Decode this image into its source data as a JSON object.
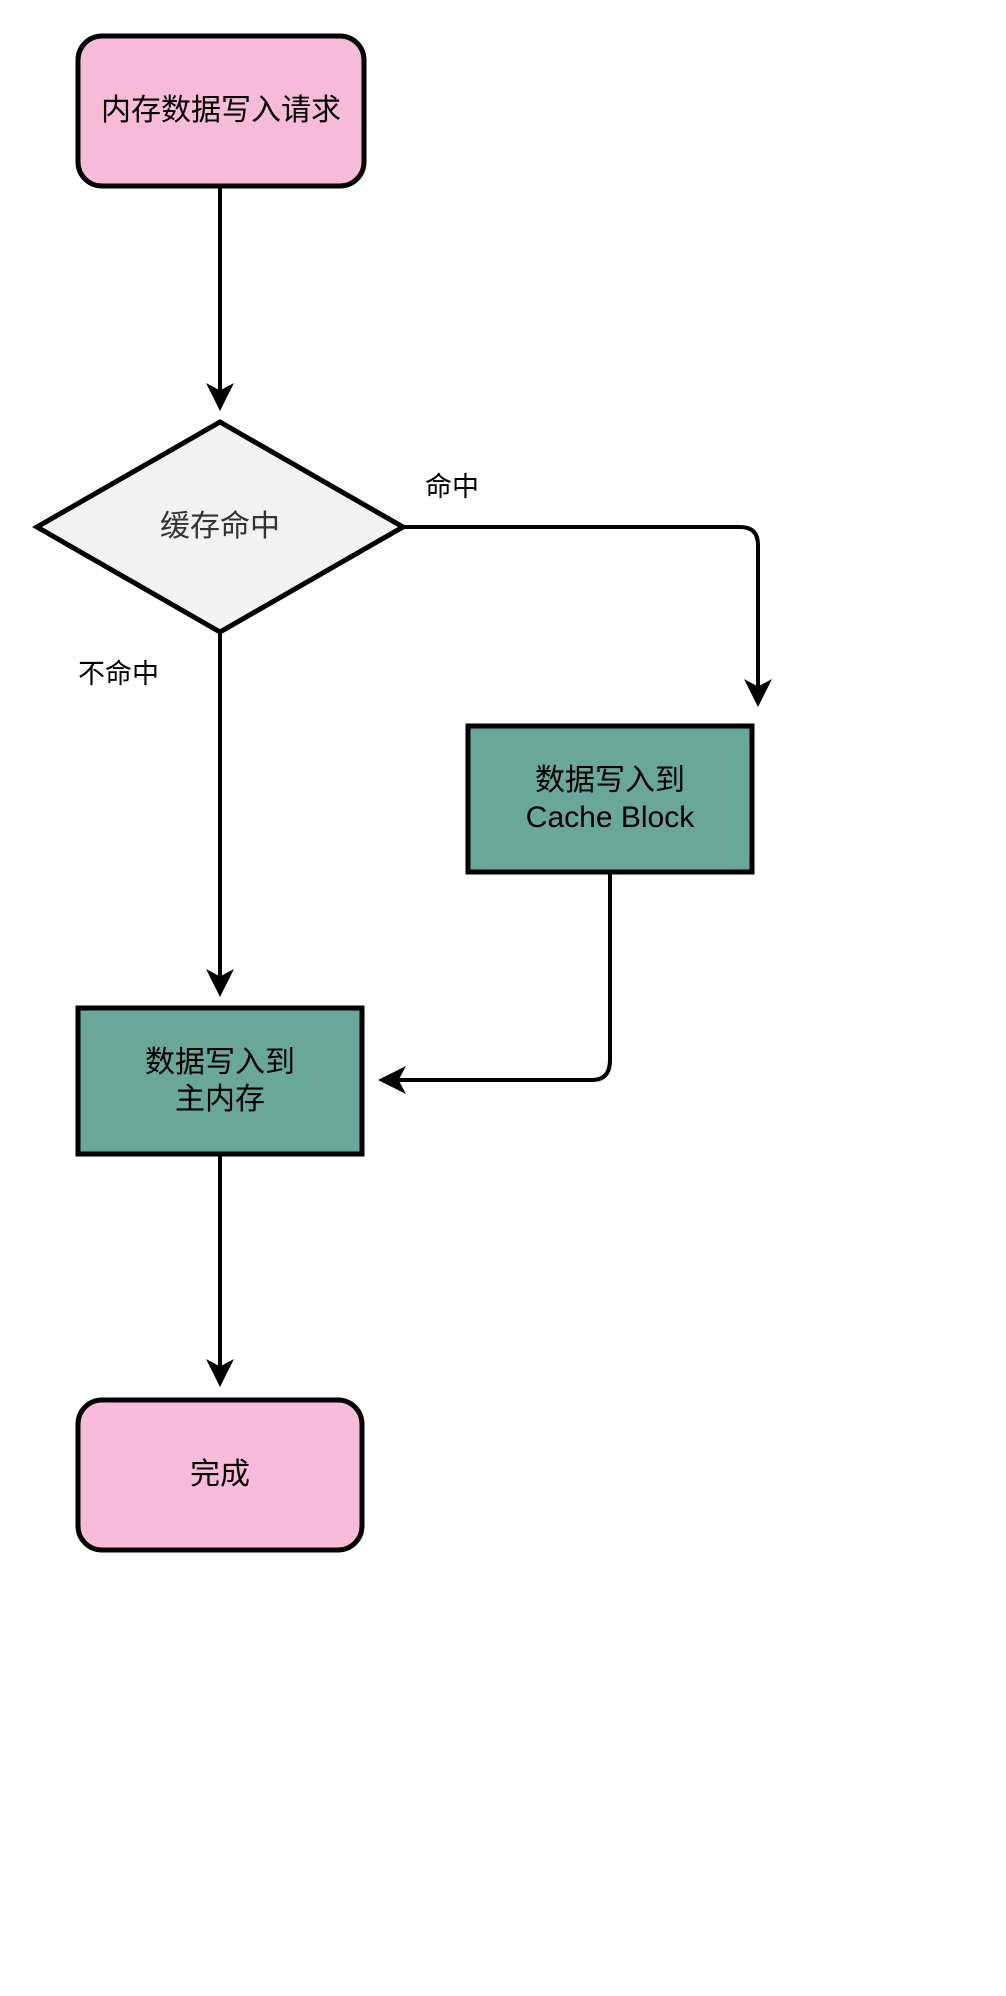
{
  "diagram": {
    "type": "flowchart",
    "direction": "top-down",
    "background": "#ffffff",
    "title": ""
  },
  "palette": {
    "terminator_fill": "#f8bbd9",
    "terminator_stroke": "#000000",
    "decision_fill": "#f2f2f2",
    "decision_stroke": "#000000",
    "process_fill": "#6aa79b",
    "process_stroke": "#000000",
    "edge_stroke": "#000000",
    "text_dark": "#000000",
    "text_decision": "#333333"
  },
  "nodes": [
    {
      "id": "start",
      "shape": "rounded-rect",
      "label": "内存数据写入请求",
      "fill": "#f8bbd9"
    },
    {
      "id": "decision",
      "shape": "diamond",
      "label": "缓存命中",
      "fill": "#f2f2f2"
    },
    {
      "id": "write-cache",
      "shape": "rect",
      "label": "数据写入到\nCache Block",
      "fill": "#6aa79b"
    },
    {
      "id": "write-memory",
      "shape": "rect",
      "label": "数据写入到\n主内存",
      "fill": "#6aa79b"
    },
    {
      "id": "end",
      "shape": "rounded-rect",
      "label": "完成",
      "fill": "#f8bbd9"
    }
  ],
  "edges": [
    {
      "id": "e1",
      "from": "start",
      "to": "decision",
      "label": ""
    },
    {
      "id": "e2",
      "from": "decision",
      "to": "write-cache",
      "label": "命中"
    },
    {
      "id": "e3",
      "from": "decision",
      "to": "write-memory",
      "label": "不命中"
    },
    {
      "id": "e4",
      "from": "write-cache",
      "to": "write-memory",
      "label": ""
    },
    {
      "id": "e5",
      "from": "write-memory",
      "to": "end",
      "label": ""
    }
  ]
}
